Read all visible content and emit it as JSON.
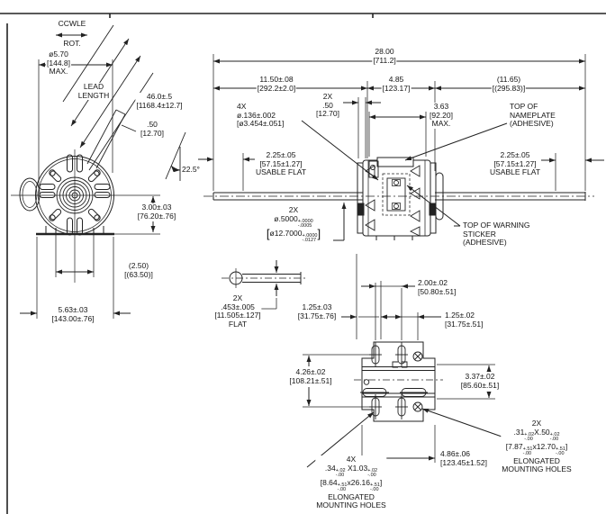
{
  "drawing": {
    "title_note": "motor outline dimension drawing",
    "rotation": {
      "label": "CCWLE",
      "rot": "ROT."
    },
    "front_view": {
      "dia570": [
        "ø5.70",
        "[144.8]",
        "MAX."
      ],
      "lead": [
        "LEAD",
        "LENGTH"
      ],
      "leadlen": [
        "46.0±.5",
        "[1168.4±12.7]"
      ],
      "stick50": [
        ".50",
        "[12.70]"
      ],
      "angle": "22.5°",
      "h300": [
        "3.00±.03",
        "[76.20±.76]"
      ],
      "w250": [
        "(2.50)",
        "[(63.50)]"
      ],
      "w563": [
        "5.63±.03",
        "[143.00±.76]"
      ]
    },
    "side_view": {
      "d2800": [
        "28.00",
        "[711.2]"
      ],
      "d1150": [
        "11.50±.08",
        "[292.2±2.0]"
      ],
      "d485": [
        "4.85",
        "[123.17]"
      ],
      "d1165": [
        "(11.65)",
        "[(295.83)]"
      ],
      "s50": [
        "2X",
        ".50",
        "[12.70]"
      ],
      "holes136": [
        "4X",
        "ø.136±.002",
        "[ø3.454±.051]"
      ],
      "d363": [
        "3.63",
        "[92.20]",
        "MAX."
      ],
      "nameplate": [
        "TOP OF",
        "NAMEPLATE",
        "(ADHESIVE)"
      ],
      "uflatL": [
        "2.25±.05",
        "[57.15±1.27]",
        "USABLE FLAT"
      ],
      "uflatR": [
        "2.25±.05",
        "[57.15±1.27]",
        "USABLE FLAT"
      ],
      "warning": [
        "TOP OF WARNING",
        "STICKER",
        "(ADHESIVE)"
      ],
      "shaftdia": {
        "qty": "2X",
        "b1": "ø.5000",
        "s1": "+.0000",
        "s2": "-.0005",
        "lb": "[",
        "b2": "ø12.7000",
        "s3": "+.0000",
        "s4": "-.0127",
        "rb": "]"
      }
    },
    "flat_detail": {
      "flat453": [
        "2X",
        ".453±.005",
        "[11.505±.127]",
        "FLAT"
      ],
      "d125a": [
        "1.25±.03",
        "[31.75±.76]"
      ]
    },
    "bottom_view": {
      "d200": [
        "2.00±.02",
        "[50.80±.51]"
      ],
      "d125b": [
        "1.25±.02",
        "[31.75±.51]"
      ],
      "d426": [
        "4.26±.02",
        "[108.21±.51]"
      ],
      "d337": [
        "3.37±.02",
        "[85.60±.51]"
      ],
      "d486": [
        "4.86±.06",
        "[123.45±1.52]"
      ],
      "holes2x": {
        "qty": "2X",
        "p1": ".31",
        "s1": "+.02",
        "s2": "-.00",
        "p2": "X.50",
        "s3": "+.02",
        "s4": "-.00",
        "m1": "[7.87",
        "s5": "+.51",
        "s6": "-.00",
        "m2": "x12.70",
        "s7": "+.51",
        "s8": "-.00",
        "m3": "]",
        "e1": "ELONGATED",
        "e2": "MOUNTING HOLES"
      },
      "holes4x": {
        "qty": "4X",
        "p1": ".34",
        "s1": "+.02",
        "s2": "-.00",
        "p2": "X1.03",
        "s3": "+.02",
        "s4": "-.00",
        "m1": "[8.64",
        "s5": "+.51",
        "s6": "-.00",
        "m2": "x26.16",
        "s7": "+.51",
        "s8": "-.00",
        "m3": "]",
        "e1": "ELONGATED",
        "e2": "MOUNTING HOLES"
      }
    },
    "colors": {
      "line": "#222222",
      "background": "#ffffff",
      "text": "#141414"
    }
  }
}
